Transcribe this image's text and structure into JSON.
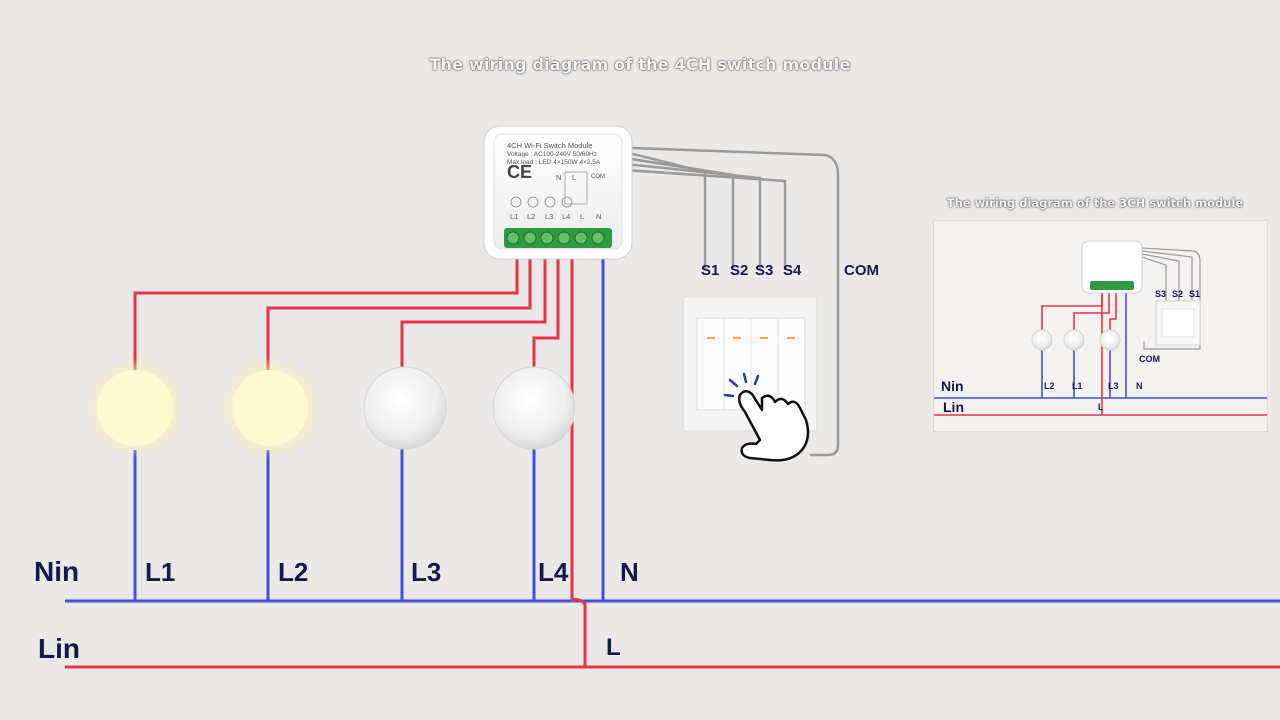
{
  "title": "The wiring diagram of the 4CH switch module",
  "module": {
    "name": "4CH Wi-Fi Switch Module",
    "voltage": "Voltage : AC100-240V 50/60Hz",
    "max_load": "Max.load : LED 4×150W 4×2.5A",
    "ce_mark": "CE",
    "top_n": "N",
    "top_l": "L",
    "com_side": "COM",
    "terminals": [
      "L1",
      "L2",
      "L3",
      "L4",
      "L",
      "N"
    ]
  },
  "switch_labels": [
    "S1",
    "S2",
    "S3",
    "S4"
  ],
  "com_label": "COM",
  "bus": {
    "neutral": "Nin",
    "live": "Lin"
  },
  "line_labels": [
    "L1",
    "L2",
    "L3",
    "L4"
  ],
  "n_label": "N",
  "l_label": "L",
  "lamps": [
    {
      "id": "L1",
      "state": "on"
    },
    {
      "id": "L2",
      "state": "on"
    },
    {
      "id": "L3",
      "state": "off"
    },
    {
      "id": "L4",
      "state": "off"
    }
  ],
  "colors": {
    "live_wire": "#e5354a",
    "neutral_wire": "#4a4bd8",
    "switch_wire": "#9a9a9a",
    "label": "#161a4a",
    "lamp_on": "#fffbd2",
    "terminal": "#2f9a44"
  },
  "icons": [
    "hand-pointer-icon",
    "light-bulb-icon",
    "wall-switch-icon",
    "ce-mark-icon"
  ],
  "inset": {
    "title": "The wiring diagram of the 3CH switch module",
    "switch_labels": [
      "S3",
      "S2",
      "S1"
    ],
    "com_label": "COM",
    "neutral": "Nin",
    "live": "Lin",
    "line_labels": [
      "L2",
      "L1",
      "L3",
      "N"
    ],
    "l_label": "L"
  }
}
